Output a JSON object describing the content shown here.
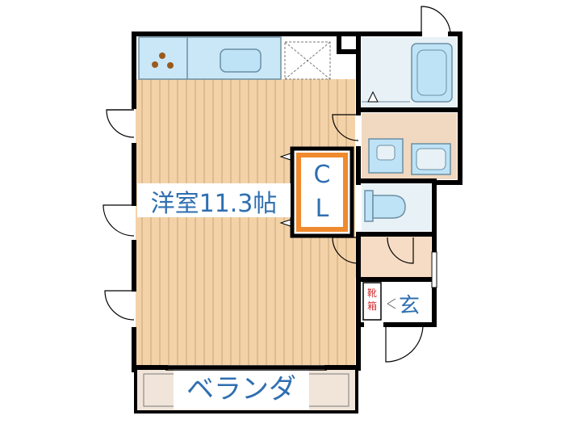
{
  "plan": {
    "room_label": "洋室11.3帖",
    "closet_label_top": "C",
    "closet_label_bottom": "L",
    "entrance_label": "玄",
    "shoe_box_label_top": "靴",
    "shoe_box_label_bottom": "箱",
    "balcony_label": "ベランダ"
  },
  "colors": {
    "room_floor": "#f4d2a8",
    "room_stripe": "#c9a47c",
    "kitchen_counter": "#c9e7f7",
    "fixture_blue": "#bfe3f6",
    "fixture_stroke": "#6b8fa3",
    "toilet_room": "#e8f1f6",
    "washroom": "#f1d8c0",
    "closet_orange": "#f08a2e",
    "entrance_floor": "#f6dcc4",
    "balcony": "#f1e5da",
    "wall": "#000000",
    "text_blue": "#2f6fb0",
    "text_red": "#d23333",
    "stove_burner": "#9a5a1e"
  }
}
